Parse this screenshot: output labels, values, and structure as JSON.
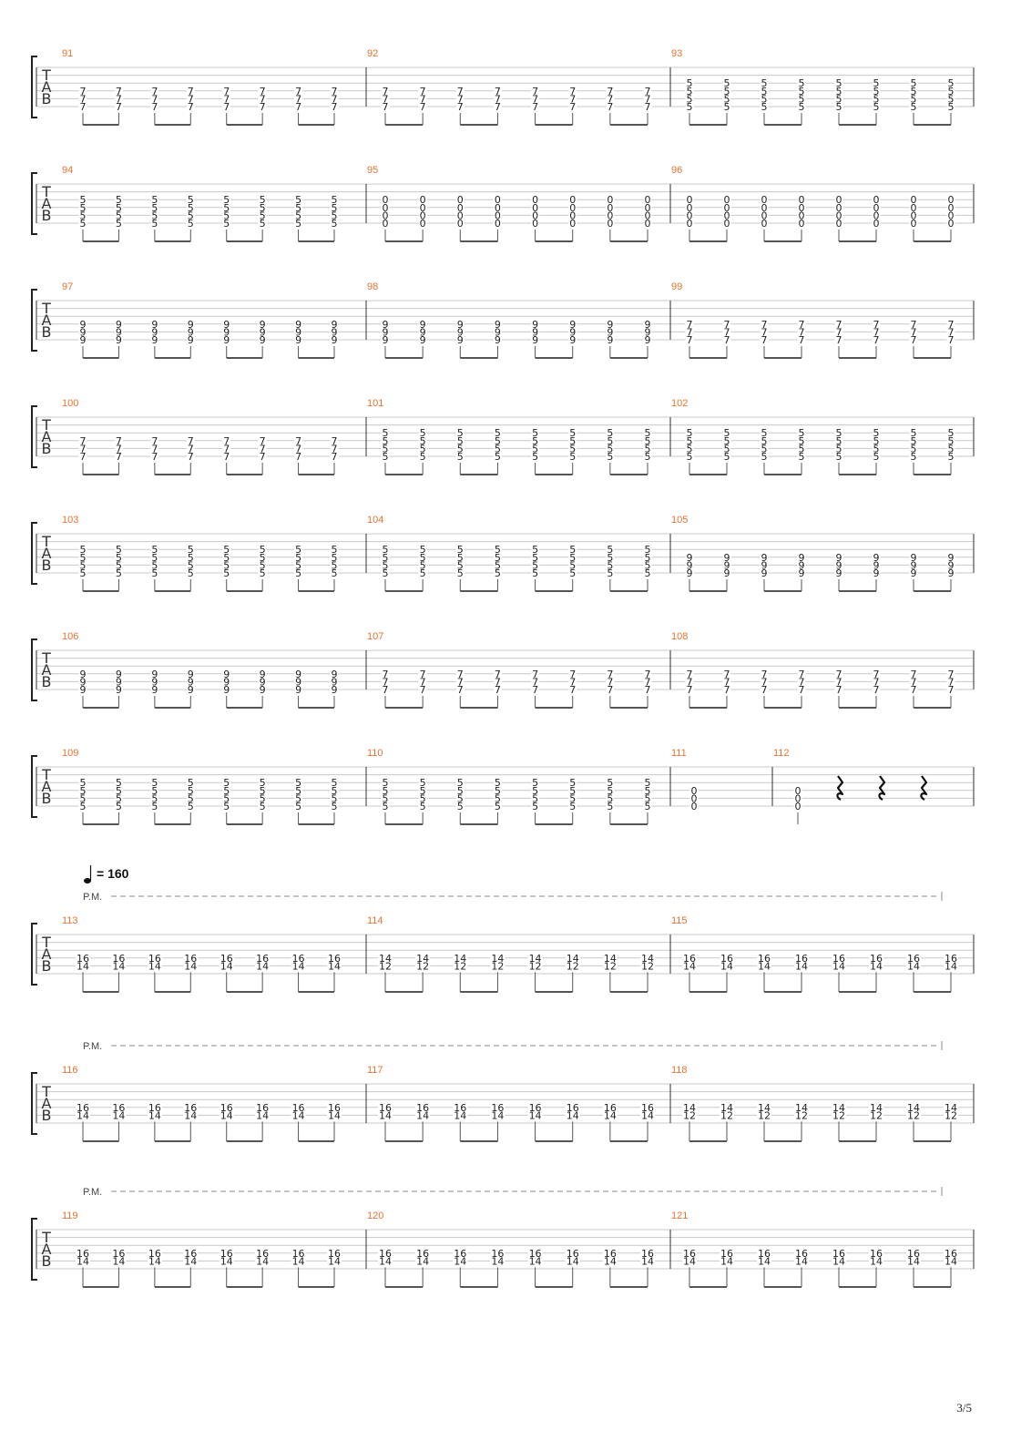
{
  "score": {
    "clef_letters": [
      "T",
      "A",
      "B"
    ],
    "palm_mute_label": "P.M.",
    "tempo": {
      "prefix": "= ",
      "value": "160"
    },
    "page_number": "3/5",
    "measure_number_color": "#e8712f",
    "systems": [
      {
        "measures": [
          {
            "number": "91",
            "type": "chord8",
            "frets": [
              "7",
              "7",
              "7"
            ]
          },
          {
            "number": "92",
            "type": "chord8",
            "frets": [
              "7",
              "7",
              "7"
            ]
          },
          {
            "number": "93",
            "type": "chord8",
            "frets": [
              "5",
              "5",
              "5",
              "5"
            ]
          }
        ]
      },
      {
        "measures": [
          {
            "number": "94",
            "type": "chord8",
            "frets": [
              "5",
              "5",
              "5",
              "5"
            ]
          },
          {
            "number": "95",
            "type": "chord8",
            "frets": [
              "0",
              "0",
              "0",
              "0"
            ]
          },
          {
            "number": "96",
            "type": "chord8",
            "frets": [
              "0",
              "0",
              "0",
              "0"
            ]
          }
        ]
      },
      {
        "measures": [
          {
            "number": "97",
            "type": "chord8",
            "frets": [
              "9",
              "9",
              "9"
            ]
          },
          {
            "number": "98",
            "type": "chord8",
            "frets": [
              "9",
              "9",
              "9"
            ]
          },
          {
            "number": "99",
            "type": "chord8",
            "frets": [
              "7",
              "7",
              "7"
            ]
          }
        ]
      },
      {
        "measures": [
          {
            "number": "100",
            "type": "chord8",
            "frets": [
              "7",
              "7",
              "7"
            ]
          },
          {
            "number": "101",
            "type": "chord8",
            "frets": [
              "5",
              "5",
              "5",
              "5"
            ]
          },
          {
            "number": "102",
            "type": "chord8",
            "frets": [
              "5",
              "5",
              "5",
              "5"
            ]
          }
        ]
      },
      {
        "measures": [
          {
            "number": "103",
            "type": "chord8",
            "frets": [
              "5",
              "5",
              "5",
              "5"
            ]
          },
          {
            "number": "104",
            "type": "chord8",
            "frets": [
              "5",
              "5",
              "5",
              "5"
            ]
          },
          {
            "number": "105",
            "type": "chord8",
            "frets": [
              "9",
              "9",
              "9"
            ]
          }
        ]
      },
      {
        "measures": [
          {
            "number": "106",
            "type": "chord8",
            "frets": [
              "9",
              "9",
              "9"
            ]
          },
          {
            "number": "107",
            "type": "chord8",
            "frets": [
              "7",
              "7",
              "7"
            ]
          },
          {
            "number": "108",
            "type": "chord8",
            "frets": [
              "7",
              "7",
              "7"
            ]
          }
        ]
      },
      {
        "measures": [
          {
            "number": "109",
            "type": "chord8",
            "frets": [
              "5",
              "5",
              "5",
              "5"
            ]
          },
          {
            "number": "110",
            "type": "chord8",
            "frets": [
              "5",
              "5",
              "5",
              "5"
            ]
          },
          {
            "number": "111",
            "type": "whole",
            "frets": [
              "0",
              "0",
              "0"
            ]
          },
          {
            "number": "112",
            "type": "quarter_rests",
            "frets": [
              "0",
              "0",
              "0"
            ],
            "rests": 3
          }
        ]
      },
      {
        "palm_mute": true,
        "tempo": true,
        "measures": [
          {
            "number": "113",
            "type": "chord8",
            "frets": [
              "16",
              "14"
            ]
          },
          {
            "number": "114",
            "type": "chord8",
            "frets": [
              "14",
              "12"
            ]
          },
          {
            "number": "115",
            "type": "chord8",
            "frets": [
              "16",
              "14"
            ]
          }
        ]
      },
      {
        "palm_mute": true,
        "measures": [
          {
            "number": "116",
            "type": "chord8",
            "frets": [
              "16",
              "14"
            ]
          },
          {
            "number": "117",
            "type": "chord8",
            "frets": [
              "16",
              "14"
            ]
          },
          {
            "number": "118",
            "type": "chord8",
            "frets": [
              "14",
              "12"
            ]
          }
        ]
      },
      {
        "palm_mute": true,
        "measures": [
          {
            "number": "119",
            "type": "chord8",
            "frets": [
              "16",
              "14"
            ]
          },
          {
            "number": "120",
            "type": "chord8",
            "frets": [
              "16",
              "14"
            ]
          },
          {
            "number": "121",
            "type": "chord8",
            "frets": [
              "16",
              "14"
            ]
          }
        ]
      }
    ]
  }
}
